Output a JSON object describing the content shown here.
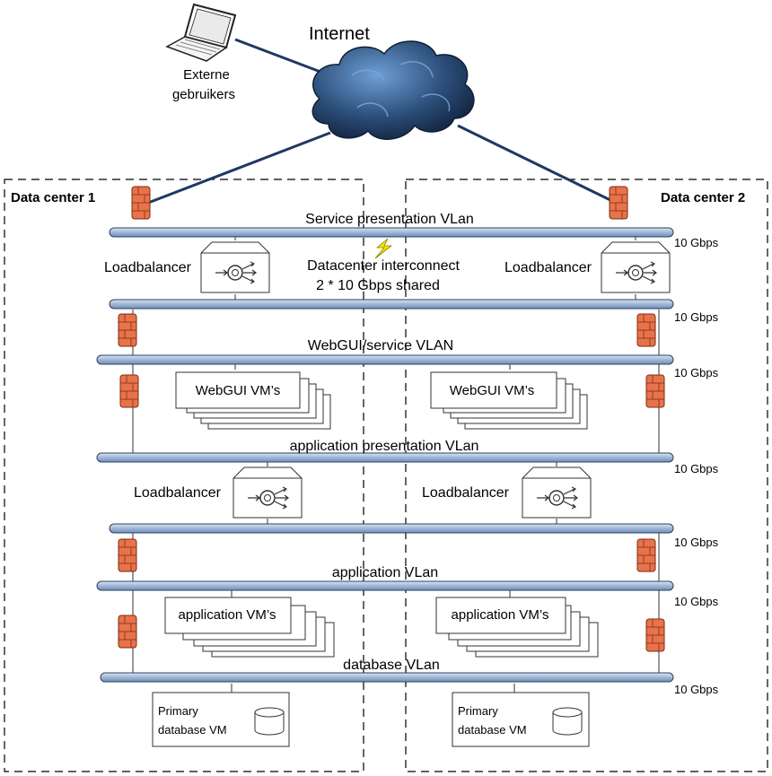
{
  "internet": {
    "label": "Internet"
  },
  "external_users": {
    "line1": "Externe",
    "line2": "gebruikers"
  },
  "datacenters": {
    "dc1": "Data center 1",
    "dc2": "Data center 2"
  },
  "interconnect": {
    "line1": "Datacenter interconnect",
    "line2": "2 * 10 Gbps shared"
  },
  "vlans": {
    "service_presentation": "Service presentation VLan",
    "webgui_service": "WebGUI/service VLAN",
    "application_presentation": "application presentation VLan",
    "application": "application VLan",
    "database": "database VLan"
  },
  "speed": "10 Gbps",
  "loadbalancer": "Loadbalancer",
  "webgui_vms": "WebGUI VM’s",
  "application_vms": "application VM’s",
  "db": {
    "line1": "Primary",
    "line2": "database VM"
  },
  "colors": {
    "vlan_bar": "#b8cce4",
    "vlan_border": "#2f3f5f",
    "link": "#1f3864",
    "firewall": "#e8734a",
    "cloud": "#2c4f7a",
    "lightning": "#f2e600"
  }
}
